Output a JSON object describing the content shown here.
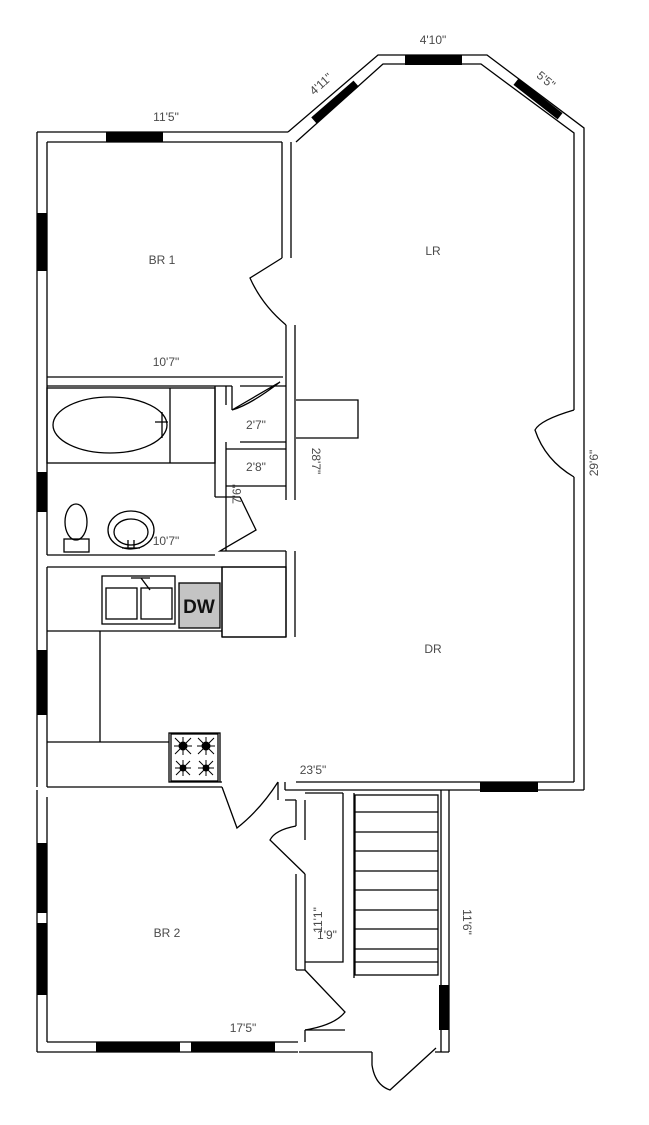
{
  "rooms": {
    "br1": "BR 1",
    "lr": "LR",
    "dr": "DR",
    "br2": "BR 2"
  },
  "dimensions": {
    "bay_top": "4'10\"",
    "bay_left": "4'11\"",
    "bay_right": "5'5\"",
    "br1_width": "11'5\"",
    "br1_bottom": "10'7\"",
    "bath_width": "10'7\"",
    "closet_1": "2'7\"",
    "closet_2": "2'8\"",
    "hall_depth": "7'6\"",
    "hall_length": "28'7\"",
    "lr_depth": "29'6\"",
    "dr_width": "23'5\"",
    "stair_depth": "11'6\"",
    "closet_depth": "11'1\"",
    "closet_width": "1'9\"",
    "br2_width": "17'5\""
  },
  "appliances": {
    "dishwasher": "DW"
  }
}
